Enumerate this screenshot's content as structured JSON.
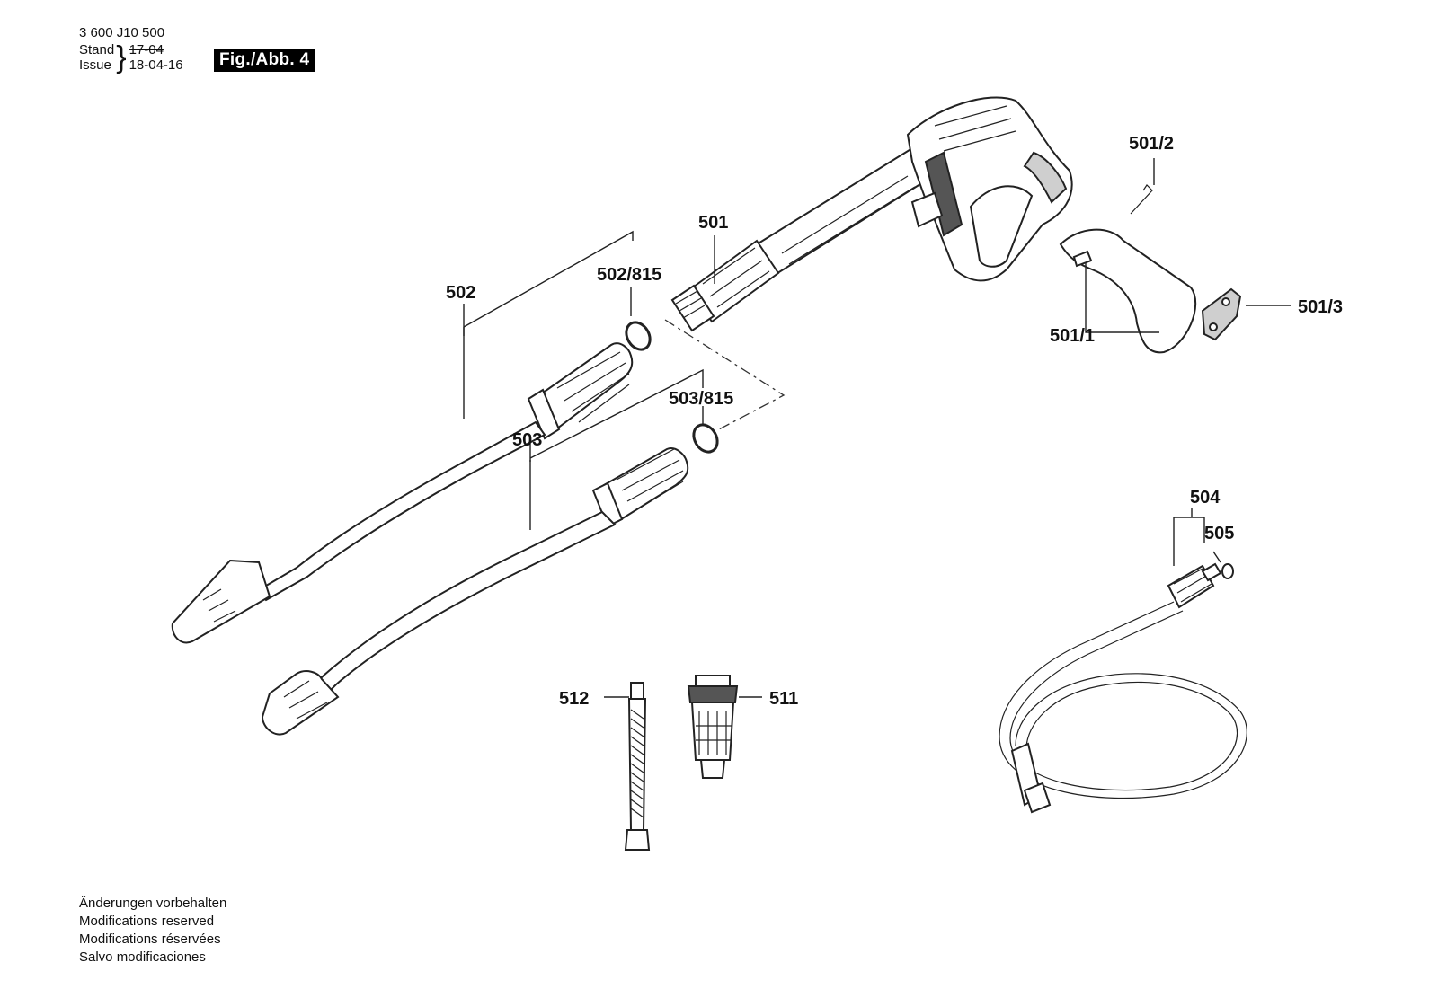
{
  "header": {
    "part_number": "3 600 J10 500",
    "stand_label": "Stand",
    "issue_label": "Issue",
    "stand_value": "17-04",
    "issue_value": "18-04-16",
    "figure_label": "Fig./Abb. 4"
  },
  "callouts": {
    "c501": "501",
    "c501_1": "501/1",
    "c501_2": "501/2",
    "c501_3": "501/3",
    "c502": "502",
    "c502_815": "502/815",
    "c503": "503",
    "c503_815": "503/815",
    "c504": "504",
    "c505": "505",
    "c511": "511",
    "c512": "512"
  },
  "footer": {
    "line1": "Änderungen vorbehalten",
    "line2": "Modifications reserved",
    "line3": "Modifications réservées",
    "line4": "Salvo modificaciones"
  }
}
